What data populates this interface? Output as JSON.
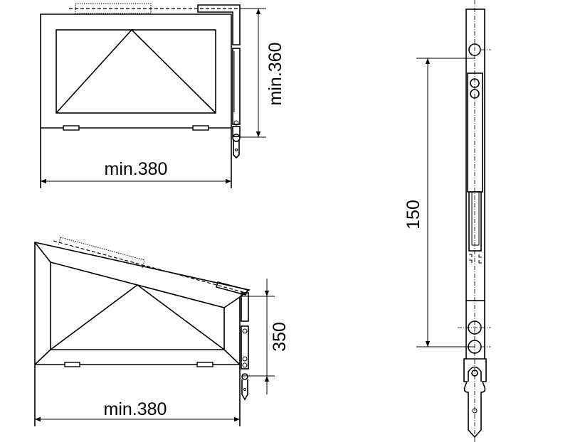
{
  "top_view": {
    "width_label": "min.380",
    "height_label": "min.360"
  },
  "bottom_view": {
    "width_label": "min.380",
    "height_label": "350"
  },
  "stay_detail": {
    "distance_label": "150"
  }
}
